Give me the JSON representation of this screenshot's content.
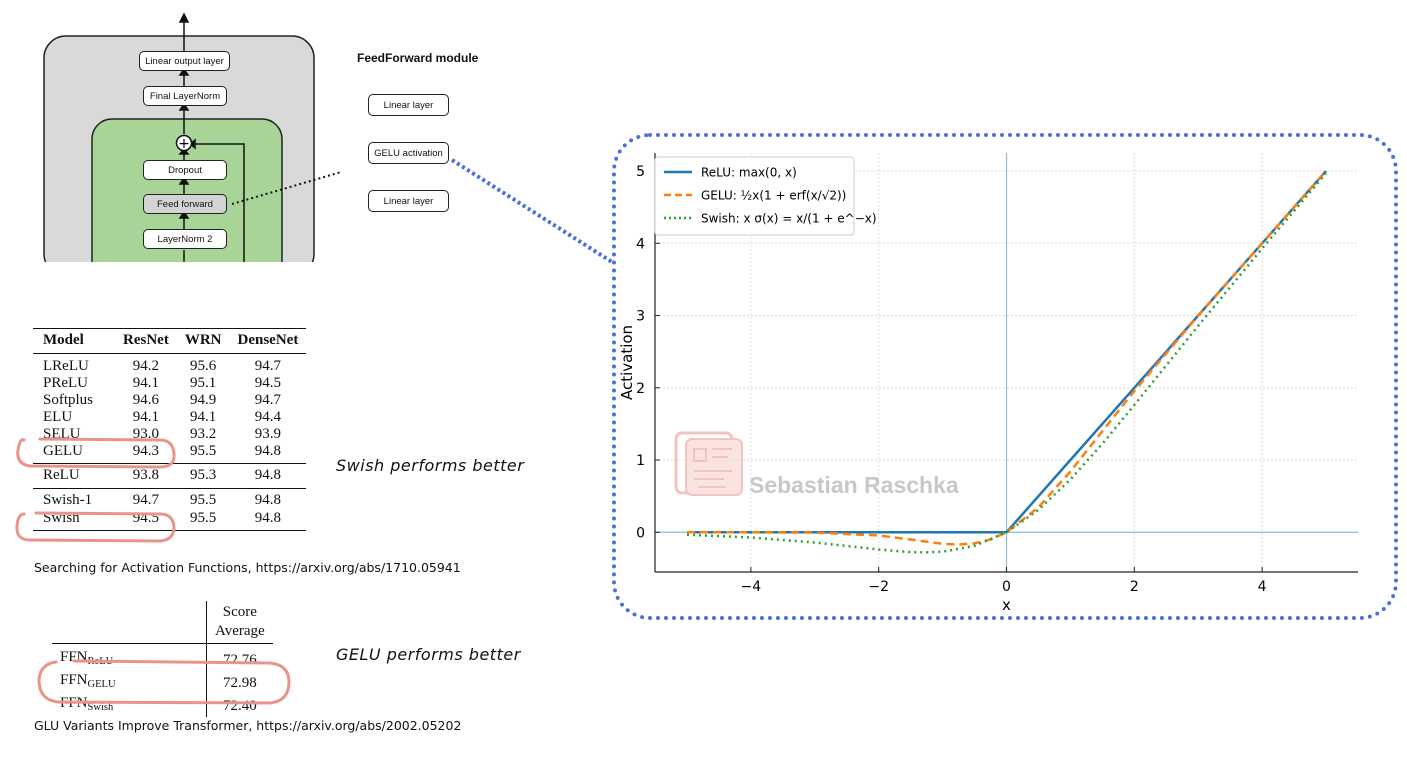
{
  "architecture": {
    "blocks": {
      "linear_output": "Linear output layer",
      "final_layernorm": "Final LayerNorm",
      "dropout": "Dropout",
      "feed_forward": "Feed forward",
      "layernorm2": "LayerNorm 2"
    },
    "add_symbol": "+",
    "ff_module": {
      "title": "FeedForward module",
      "linear_top": "Linear layer",
      "gelu": "GELU activation",
      "linear_bottom": "Linear layer"
    }
  },
  "table1": {
    "headers": [
      "Model",
      "ResNet",
      "WRN",
      "DenseNet"
    ],
    "group1": [
      [
        "LReLU",
        "94.2",
        "95.6",
        "94.7"
      ],
      [
        "PReLU",
        "94.1",
        "95.1",
        "94.5"
      ],
      [
        "Softplus",
        "94.6",
        "94.9",
        "94.7"
      ],
      [
        "ELU",
        "94.1",
        "94.1",
        "94.4"
      ],
      [
        "SELU",
        "93.0",
        "93.2",
        "93.9"
      ],
      [
        "GELU",
        "94.3",
        "95.5",
        "94.8"
      ]
    ],
    "group2": [
      [
        "ReLU",
        "93.8",
        "95.3",
        "94.8"
      ]
    ],
    "group3": [
      [
        "Swish-1",
        "94.7",
        "95.5",
        "94.8"
      ],
      [
        "Swish",
        "94.5",
        "95.5",
        "94.8"
      ]
    ],
    "note": "Swish performs better",
    "caption": "Searching for Activation Functions, https://arxiv.org/abs/1710.05941"
  },
  "table2": {
    "header_line1": "Score",
    "header_line2": "Average",
    "rows": [
      {
        "base": "FFN",
        "sub": "ReLU",
        "value": "72.76"
      },
      {
        "base": "FFN",
        "sub": "GELU",
        "value": "72.98"
      },
      {
        "base": "FFN",
        "sub": "Swish",
        "value": "72.40"
      }
    ],
    "note": "GELU performs better",
    "caption": "GLU Variants Improve Transformer, https://arxiv.org/abs/2002.05202"
  },
  "watermark": "Sebastian Raschka",
  "highlight_color": "#e8948a",
  "zoom_border_color": "#4a6fdc",
  "chart_data": {
    "type": "line",
    "xlabel": "x",
    "ylabel": "Activation",
    "xlim": [
      -5.5,
      5.5
    ],
    "ylim": [
      -0.55,
      5.25
    ],
    "xticks": [
      "−4",
      "−2",
      "0",
      "2",
      "4"
    ],
    "yticks": [
      "0",
      "1",
      "2",
      "3",
      "4",
      "5"
    ],
    "grid": true,
    "legend_position": "top-left",
    "series": [
      {
        "name": "ReLU: max(0, x)",
        "color": "#1f77b4",
        "style": "solid",
        "x": [
          -5,
          -4,
          -3,
          -2,
          -1,
          0,
          1,
          2,
          3,
          4,
          5
        ],
        "y": [
          0,
          0,
          0,
          0,
          0,
          0,
          1,
          2,
          3,
          4,
          5
        ]
      },
      {
        "name": "GELU: ½x(1 + erf(x/√2))",
        "color": "#ff7f0e",
        "style": "dashed",
        "x": [
          -5,
          -4,
          -3,
          -2,
          -1.5,
          -1,
          -0.75,
          -0.5,
          -0.25,
          0,
          0.5,
          1,
          1.5,
          2,
          3,
          4,
          5
        ],
        "y": [
          0,
          -0.0001,
          -0.004,
          -0.045,
          -0.1,
          -0.159,
          -0.17,
          -0.154,
          -0.1,
          0,
          0.346,
          0.841,
          1.4,
          1.955,
          2.996,
          4.0,
          5.0
        ]
      },
      {
        "name": "Swish: x σ(x) = x/(1 + e^−x)",
        "color": "#2ca02c",
        "style": "dotted",
        "x": [
          -5,
          -4,
          -3,
          -2,
          -1.5,
          -1.28,
          -1,
          -0.5,
          0,
          0.5,
          1,
          1.5,
          2,
          3,
          4,
          5
        ],
        "y": [
          -0.033,
          -0.072,
          -0.142,
          -0.238,
          -0.274,
          -0.278,
          -0.269,
          -0.189,
          0,
          0.311,
          0.731,
          1.226,
          1.762,
          2.858,
          3.928,
          4.967
        ]
      }
    ]
  }
}
